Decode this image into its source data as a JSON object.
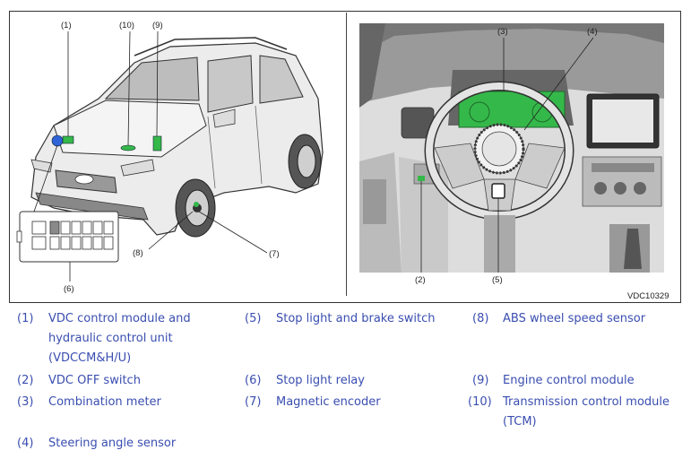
{
  "figure": {
    "callouts": {
      "c1": "(1)",
      "c10": "(10)",
      "c9": "(9)",
      "c3": "(3)",
      "c4": "(4)",
      "c8": "(8)",
      "c7": "(7)",
      "c6": "(6)",
      "c2": "(2)",
      "c5": "(5)"
    },
    "figure_code": "VDC10329"
  },
  "legend": [
    {
      "num": "(1)",
      "lines": [
        "VDC control module and",
        "hydraulic control unit",
        "(VDCCM&H/U)"
      ]
    },
    {
      "num": "(2)",
      "lines": [
        "VDC OFF switch"
      ]
    },
    {
      "num": "(3)",
      "lines": [
        "Combination meter"
      ]
    },
    {
      "num": "(4)",
      "lines": [
        "Steering angle sensor"
      ]
    },
    {
      "num": "(5)",
      "lines": [
        "Stop light and brake switch"
      ]
    },
    {
      "num": "(6)",
      "lines": [
        "Stop light relay"
      ]
    },
    {
      "num": "(7)",
      "lines": [
        "Magnetic encoder"
      ]
    },
    {
      "num": "(8)",
      "lines": [
        "ABS wheel speed sensor"
      ]
    },
    {
      "num": "(9)",
      "lines": [
        "Engine control module"
      ]
    },
    {
      "num": "(10)",
      "lines": [
        "Transmission control module",
        "(TCM)"
      ]
    }
  ],
  "colors": {
    "highlight_green": "#35b84a",
    "highlight_blue": "#2f63d8",
    "legend_text": "#3a4eb0"
  }
}
